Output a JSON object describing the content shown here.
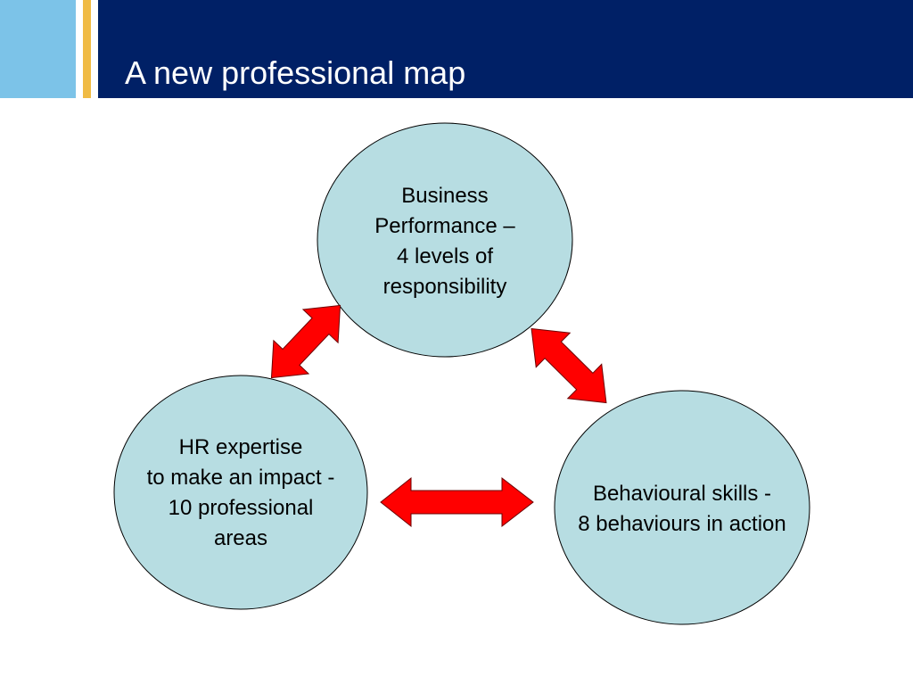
{
  "slide": {
    "title": "A new professional map",
    "colors": {
      "header_navy": "#002066",
      "header_light_blue": "#7CC3E8",
      "header_gold": "#F0BB45",
      "circle_fill": "#B7DDE2",
      "arrow_fill": "#FF0000"
    }
  },
  "nodes": [
    {
      "id": "business-performance",
      "lines": [
        "Business",
        "Performance –",
        "4 levels of",
        "responsibility"
      ]
    },
    {
      "id": "hr-expertise",
      "lines": [
        "HR expertise",
        "to make an impact -",
        "10 professional",
        "areas"
      ]
    },
    {
      "id": "behavioural-skills",
      "lines": [
        "Behavioural skills -",
        "8 behaviours in action"
      ]
    }
  ],
  "connections": [
    {
      "from": "hr-expertise",
      "to": "business-performance",
      "type": "double-arrow"
    },
    {
      "from": "business-performance",
      "to": "behavioural-skills",
      "type": "double-arrow"
    },
    {
      "from": "hr-expertise",
      "to": "behavioural-skills",
      "type": "double-arrow"
    }
  ]
}
